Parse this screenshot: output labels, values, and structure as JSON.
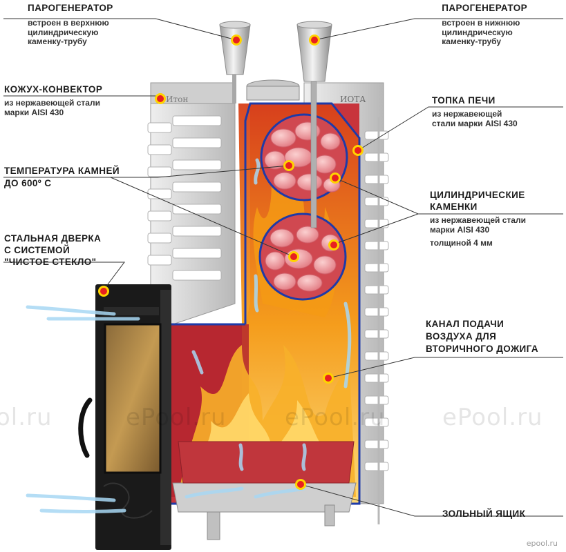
{
  "labels": {
    "steam_top": {
      "title": "ПАРОГЕНЕРАТОР",
      "sub": [
        "встроен в верхнюю",
        "цилиндрическую",
        "каменку-трубу"
      ]
    },
    "steam_bottom": {
      "title": "ПАРОГЕНЕРАТОР",
      "sub": [
        "встроен в нижнюю",
        "цилиндрическую",
        "каменку-трубу"
      ]
    },
    "casing": {
      "title": "КОЖУХ-КОНВЕКТОР",
      "sub": [
        "из нержавеющей стали",
        "марки AISI 430"
      ]
    },
    "firebox": {
      "title": "ТОПКА ПЕЧИ",
      "sub": [
        "из нержавеющей",
        "стали марки AISI 430"
      ]
    },
    "stone_temp": {
      "title": [
        "ТЕМПЕРАТУРА КАМНЕЙ",
        "ДО 600º С"
      ]
    },
    "cyl_heaters": {
      "title": [
        "ЦИЛИНДРИЧЕСКИЕ",
        "КАМЕНКИ"
      ],
      "sub": [
        "из нержавеющей стали",
        "марки AISI 430",
        "толщиной 4 мм"
      ]
    },
    "door": {
      "title": [
        "СТАЛЬНАЯ ДВЕРКА",
        "С СИСТЕМОЙ",
        "\"ЧИСТОЕ СТЕКЛО\""
      ]
    },
    "air_channel": {
      "title": [
        "КАНАЛ ПОДАЧИ",
        "ВОЗДУХА ДЛЯ",
        "ВТОРИЧНОГО ДОЖИГА"
      ]
    },
    "ash_box": {
      "title": "ЗОЛЬНЫЙ ЯЩИК"
    }
  },
  "branding": {
    "watermark": "ePool.ru",
    "watermark_partial": "ol.ru",
    "corner": "epool.ru",
    "panel_left": "Итон",
    "panel_right": "ИОТА"
  },
  "colors": {
    "steel_light": "#d8d8d8",
    "steel_dark": "#9a9a9a",
    "interior_red": "#c8343c",
    "outline_blue": "#1e3aa8",
    "stone_pink": "#f09aa0",
    "fire_orange": "#f59a14",
    "marker_red": "#e82020",
    "marker_yellow": "#ffd400",
    "door_black": "#1a1a1a",
    "glass_amber": "#a07838"
  }
}
